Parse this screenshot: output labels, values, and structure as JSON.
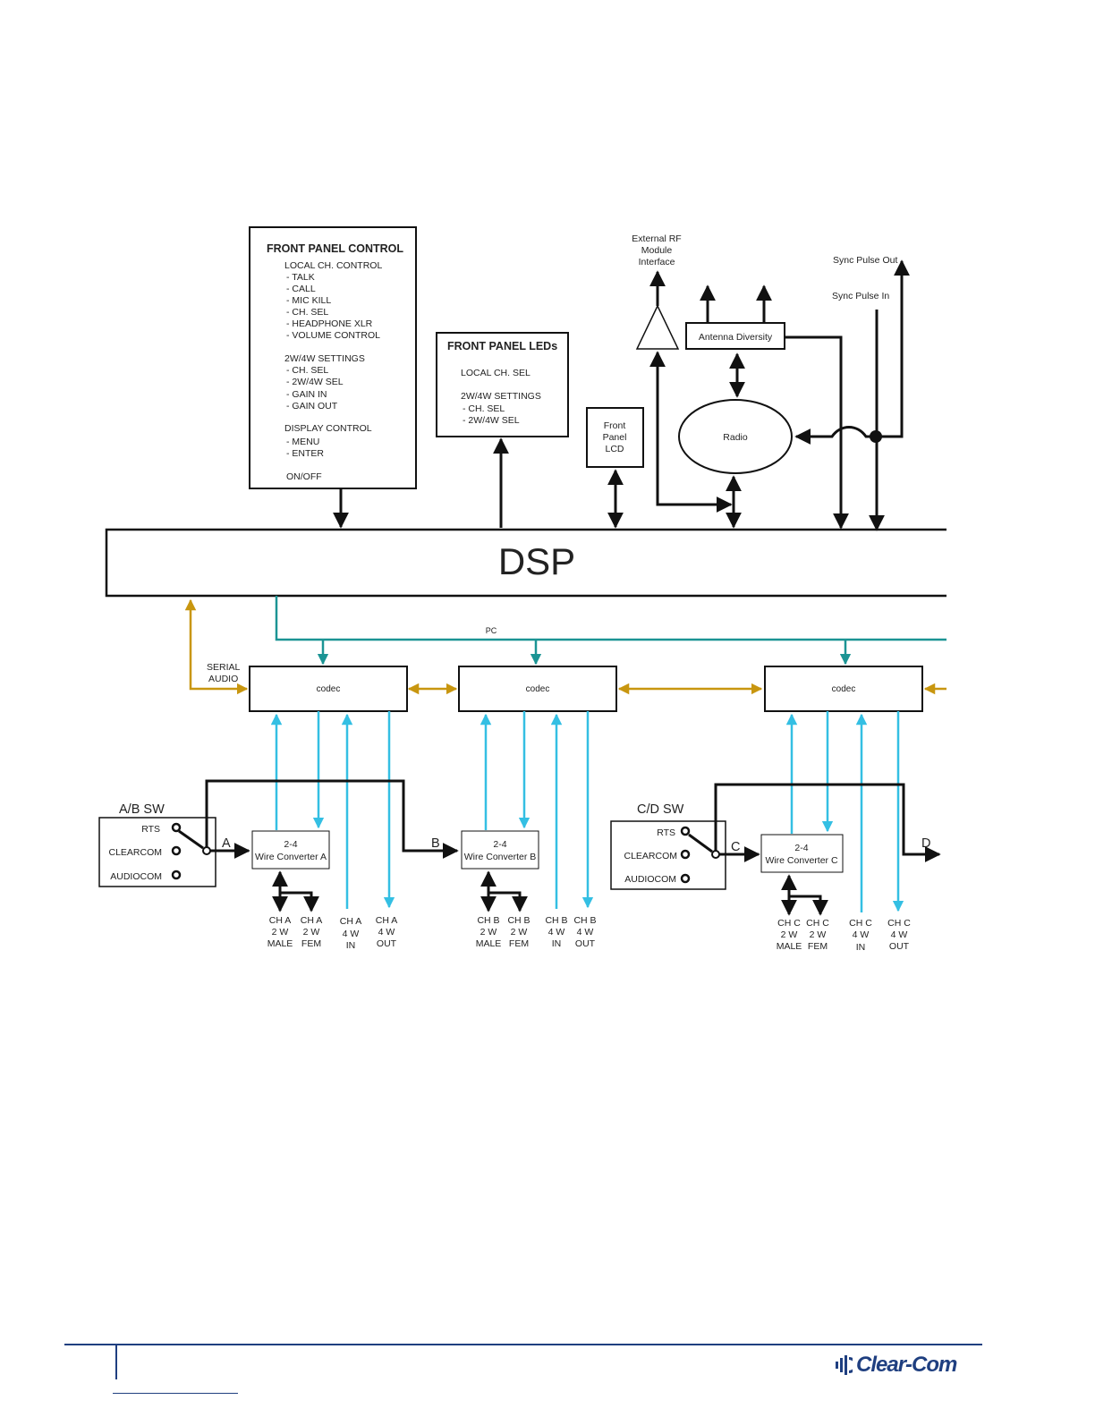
{
  "front_panel_control": {
    "title": "FRONT PANEL CONTROL",
    "lines": [
      "LOCAL CH. CONTROL",
      "- TALK",
      "- CALL",
      "- MIC KILL",
      "- CH. SEL",
      "- HEADPHONE XLR",
      "- VOLUME CONTROL",
      "2W/4W SETTINGS",
      "- CH. SEL",
      "- 2W/4W SEL",
      "- GAIN IN",
      "- GAIN OUT",
      "DISPLAY CONTROL",
      "- MENU",
      "- ENTER",
      "ON/OFF"
    ]
  },
  "front_panel_leds": {
    "title": "FRONT PANEL LEDs",
    "lines": [
      "LOCAL CH. SEL",
      "2W/4W SETTINGS",
      "- CH. SEL",
      "- 2W/4W SEL"
    ]
  },
  "front_panel_lcd": [
    "Front",
    "Panel",
    "LCD"
  ],
  "external_rf": [
    "External RF",
    "Module",
    "Interface"
  ],
  "antenna_diversity": "Antenna Diversity",
  "radio": "Radio",
  "sync_pulse_out": "Sync Pulse Out",
  "sync_pulse_in": "Sync Pulse In",
  "dsp": "DSP",
  "pc_label": "PC",
  "serial_audio": [
    "SERIAL",
    "AUDIO"
  ],
  "codec": "codec",
  "ab_switch": {
    "title": "A/B SW",
    "options": [
      "RTS",
      "CLEARCOM",
      "AUDIOCOM"
    ]
  },
  "cd_switch": {
    "title": "C/D SW",
    "options": [
      "RTS",
      "CLEARCOM",
      "AUDIOCOM"
    ]
  },
  "line_labels": {
    "a": "A",
    "b": "B",
    "c": "C",
    "d": "D"
  },
  "converters": {
    "a": [
      "2-4",
      "Wire Converter A"
    ],
    "b": [
      "2-4",
      "Wire Converter B"
    ],
    "c": [
      "2-4",
      "Wire Converter C"
    ]
  },
  "connectors": {
    "a": [
      [
        "CH A",
        "2 W",
        "MALE"
      ],
      [
        "CH A",
        "2 W",
        "FEM"
      ],
      [
        "CH A",
        "4 W",
        "IN"
      ],
      [
        "CH A",
        "4 W",
        "OUT"
      ]
    ],
    "b": [
      [
        "CH B",
        "2 W",
        "MALE"
      ],
      [
        "CH B",
        "2 W",
        "FEM"
      ],
      [
        "CH B",
        "4 W",
        "IN"
      ],
      [
        "CH B",
        "4 W",
        "OUT"
      ]
    ],
    "c": [
      [
        "CH C",
        "2 W",
        "MALE"
      ],
      [
        "CH C",
        "2 W",
        "FEM"
      ],
      [
        "CH C",
        "4 W",
        "IN"
      ],
      [
        "CH C",
        "4 W",
        "OUT"
      ]
    ]
  },
  "logo": "Clear-Com",
  "colors": {
    "black": "#111111",
    "gold": "#c8960f",
    "teal": "#1b9494",
    "cyan": "#34bfe3",
    "brand": "#1f3f80"
  }
}
